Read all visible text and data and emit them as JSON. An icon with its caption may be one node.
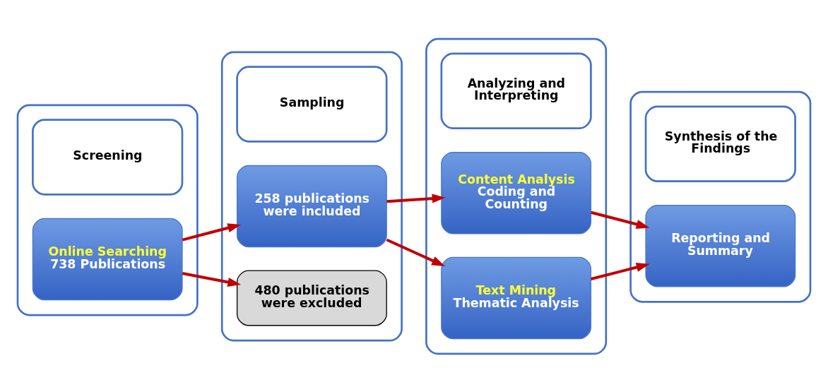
{
  "diagram": {
    "nodes": [
      {
        "text": [],
        "shape": "box"
      },
      {
        "text": [
          "Screening"
        ],
        "in": 0
      },
      {
        "text": [
          "Online Searching",
          "738 Publications"
        ],
        "in": 0
      },
      {
        "text": [],
        "shape": "box"
      },
      {
        "text": [
          "Sampling"
        ],
        "in": 3
      },
      {
        "text": [
          "258 publications were included"
        ],
        "in": 3
      },
      {
        "text": [
          "480 publications were excluded"
        ],
        "in": 3
      },
      {
        "text": [],
        "shape": "box"
      },
      {
        "text": [
          "Analyzing and Interpreting"
        ],
        "in": 7
      },
      {
        "text": [
          "Content Analysis",
          "Coding and Counting"
        ],
        "in": 7
      },
      {
        "text": [
          "Text Mining",
          "Thematic Analysis"
        ],
        "in": 7
      },
      {
        "text": [],
        "shape": "box"
      },
      {
        "text": [
          "Synthesis of the Findings"
        ],
        "in": 11
      },
      {
        "text": [
          "Reporting and Summary"
        ],
        "in": 11
      }
    ],
    "edges": [
      {
        "from": 2,
        "to": 5,
        "arrow": "to"
      },
      {
        "from": 2,
        "to": 6,
        "arrow": "to"
      },
      {
        "from": 5,
        "to": 9,
        "arrow": "to"
      },
      {
        "from": 5,
        "to": 10,
        "arrow": "to"
      },
      {
        "from": 9,
        "to": 13,
        "arrow": "to"
      },
      {
        "from": 10,
        "to": 13,
        "arrow": "to"
      }
    ]
  }
}
